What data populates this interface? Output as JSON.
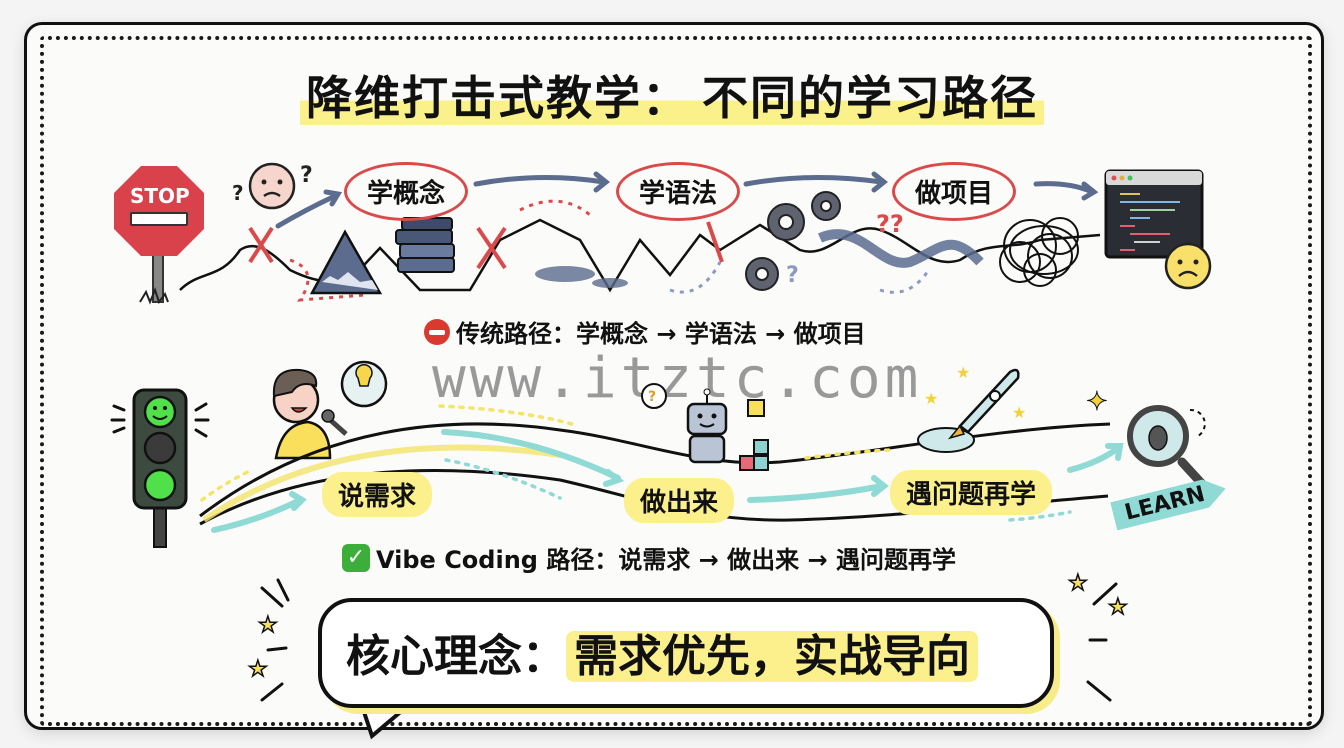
{
  "title": {
    "part1": "降维打击式教学：",
    "part2": "不同的学习路径"
  },
  "traditional": {
    "steps": [
      "学概念",
      "学语法",
      "做项目"
    ],
    "caption_icon": "no-entry-icon",
    "caption": "传统路径：学概念 → 学语法 → 做项目",
    "stop_sign": "STOP",
    "illustrations": [
      "stop-sign-icon",
      "confused-face-icon",
      "mountain-icon",
      "books-icon",
      "gears-icon",
      "tangled-wire-icon",
      "code-window-icon",
      "sad-face-icon"
    ]
  },
  "vibe": {
    "steps": [
      "说需求",
      "做出来",
      "遇问题再学"
    ],
    "caption_icon": "check-icon",
    "caption_check": "✓",
    "caption": "Vibe Coding 路径：说需求 → 做出来 → 遇问题再学",
    "learn_label": "LEARN",
    "illustrations": [
      "traffic-light-icon",
      "speaking-person-icon",
      "lightbulb-icon",
      "robot-icon",
      "rocket-icon",
      "magnifier-bug-icon"
    ]
  },
  "watermark": "www.itztc.com",
  "core": {
    "label": "核心理念：",
    "highlight": "需求优先，实战导向"
  },
  "colors": {
    "highlight_yellow": "#fbf08c",
    "traditional_red": "#d94b4b",
    "arrow_blue": "#5b6c8f",
    "vibe_teal": "#8fdad4",
    "signal_green": "#4fe04a"
  }
}
